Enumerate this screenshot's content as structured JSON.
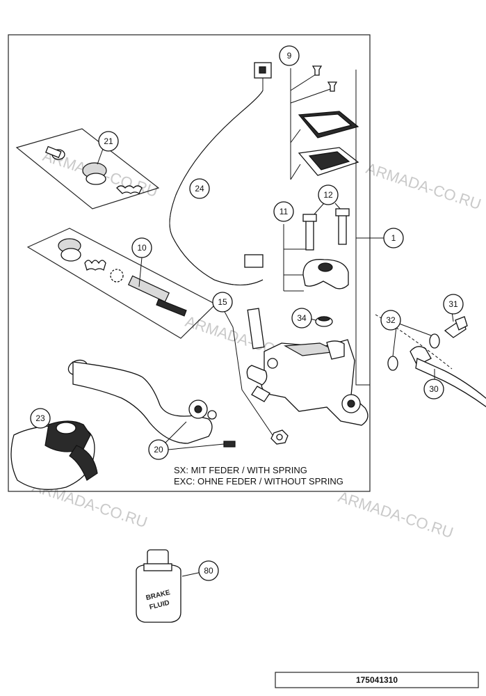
{
  "callouts": [
    {
      "id": "c1",
      "label": "1"
    },
    {
      "id": "c9",
      "label": "9"
    },
    {
      "id": "c10",
      "label": "10"
    },
    {
      "id": "c11",
      "label": "11"
    },
    {
      "id": "c12",
      "label": "12"
    },
    {
      "id": "c15",
      "label": "15"
    },
    {
      "id": "c20",
      "label": "20"
    },
    {
      "id": "c21",
      "label": "21"
    },
    {
      "id": "c23",
      "label": "23"
    },
    {
      "id": "c24",
      "label": "24"
    },
    {
      "id": "c30",
      "label": "30"
    },
    {
      "id": "c31",
      "label": "31"
    },
    {
      "id": "c32",
      "label": "32"
    },
    {
      "id": "c34",
      "label": "34"
    },
    {
      "id": "c80",
      "label": "80"
    }
  ],
  "notes": {
    "line1": "SX: MIT FEDER / WITH SPRING",
    "line2": "EXC: OHNE FEDER / WITHOUT SPRING"
  },
  "bottle_label": {
    "line1": "BRAKE",
    "line2": "FLUID"
  },
  "watermark": "ARMADA-CO.RU",
  "document_number": "175041310"
}
